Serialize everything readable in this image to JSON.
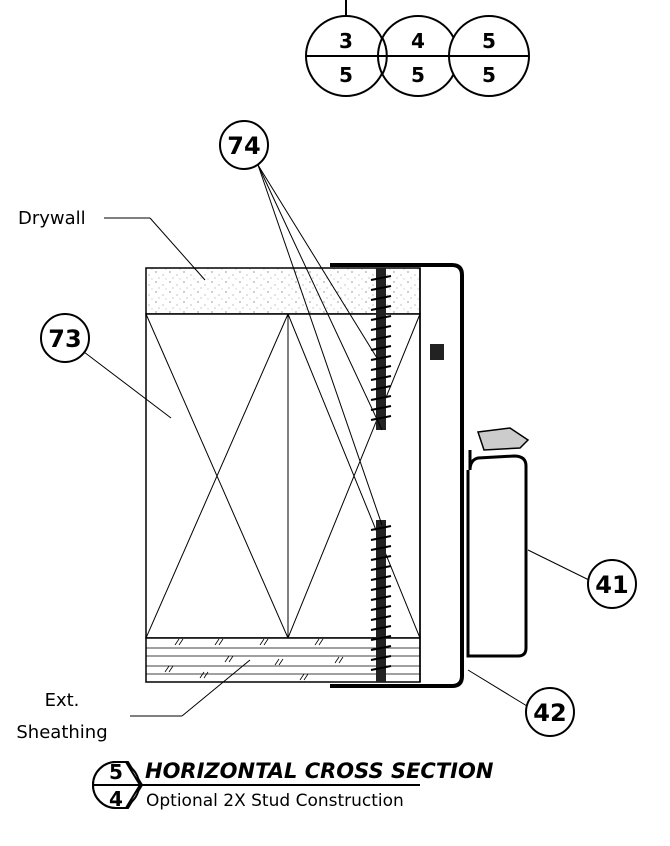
{
  "references": [
    {
      "top": "3",
      "bottom": "5"
    },
    {
      "top": "4",
      "bottom": "5"
    },
    {
      "top": "5",
      "bottom": "5"
    }
  ],
  "callouts": {
    "stud": "73",
    "screw": "74",
    "clip": "41",
    "flashing": "42"
  },
  "labels": {
    "drywall": "Drywall",
    "sheathing_line1": "Ext.",
    "sheathing_line2": "Sheathing"
  },
  "title_block": {
    "detail_number": "5",
    "sheet_number": "4",
    "title": "HORIZONTAL CROSS SECTION",
    "subtitle": "Optional 2X Stud Construction"
  }
}
